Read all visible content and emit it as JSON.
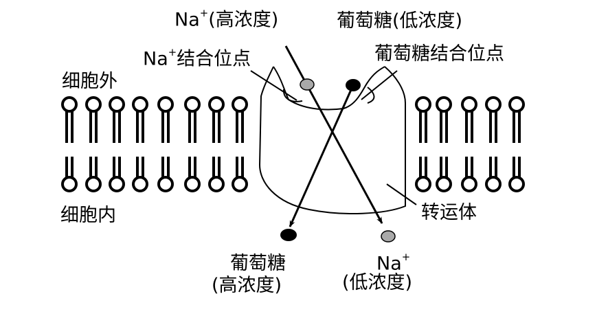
{
  "labels": {
    "na_high": "Na⁺(高浓度)",
    "glucose_low": "葡萄糖(低浓度)",
    "na_site": "Na⁺结合位点",
    "glucose_site": "葡萄糖结合位点",
    "outside": "细胞外",
    "inside": "细胞内",
    "transporter": "转运体",
    "glucose_bottom": "葡萄糖",
    "high_conc": "(高浓度)",
    "na_bottom": "Na⁺",
    "low_conc": "(低浓度)"
  },
  "colors": {
    "ink": "#000000",
    "na_ion": "#a9a9a9",
    "glucose": "#000000"
  }
}
